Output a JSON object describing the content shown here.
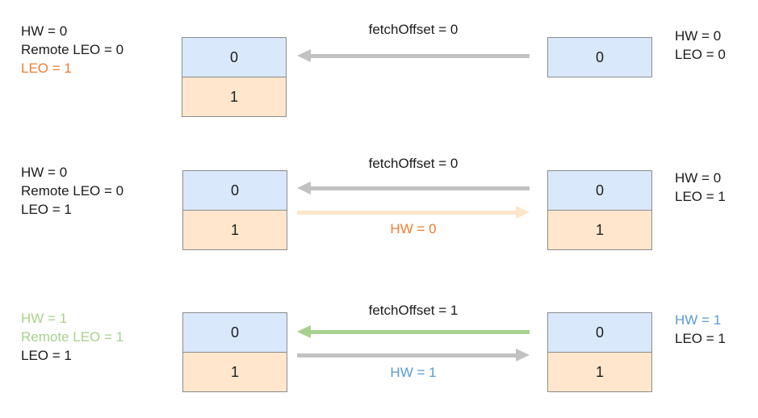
{
  "colors": {
    "cell_blue": "#dae8fc",
    "cell_peach": "#ffe6cc",
    "box_border_gray": "#8c8c8c",
    "arrow_gray": "#c2c2c2",
    "arrow_green": "#a9d18e",
    "arrow_peach": "#fce5c8",
    "text_black": "#1c1c1c",
    "text_orange": "#ed7d31",
    "text_green": "#a9d18e",
    "text_blue": "#5b9bd5"
  },
  "rows": [
    {
      "leader": {
        "labels": [
          {
            "text": "HW = 0",
            "color": "black"
          },
          {
            "text": "Remote LEO = 0",
            "color": "black"
          },
          {
            "text": "LEO = 1",
            "color": "orange"
          }
        ],
        "cells": [
          {
            "value": "0",
            "color": "blue"
          },
          {
            "value": "1",
            "color": "peach"
          }
        ]
      },
      "fetch": {
        "label": "fetchOffset = 0",
        "label_color": "black",
        "arrow_color": "gray"
      },
      "follower": {
        "cells": [
          {
            "value": "0",
            "color": "blue"
          }
        ],
        "labels": [
          {
            "text": "HW = 0",
            "color": "black"
          },
          {
            "text": "LEO = 0",
            "color": "black"
          }
        ]
      }
    },
    {
      "leader": {
        "labels": [
          {
            "text": "HW = 0",
            "color": "black"
          },
          {
            "text": "Remote LEO = 0",
            "color": "black"
          },
          {
            "text": "LEO = 1",
            "color": "black"
          }
        ],
        "cells": [
          {
            "value": "0",
            "color": "blue"
          },
          {
            "value": "1",
            "color": "peach"
          }
        ]
      },
      "fetch": {
        "label": "fetchOffset = 0",
        "label_color": "black",
        "arrow_color": "gray"
      },
      "response": {
        "label": "HW = 0",
        "label_color": "orange",
        "arrow_color": "peach"
      },
      "follower": {
        "cells": [
          {
            "value": "0",
            "color": "blue"
          },
          {
            "value": "1",
            "color": "peach"
          }
        ],
        "labels": [
          {
            "text": "HW = 0",
            "color": "black"
          },
          {
            "text": "LEO = 1",
            "color": "black"
          }
        ]
      }
    },
    {
      "leader": {
        "labels": [
          {
            "text": "HW = 1",
            "color": "green"
          },
          {
            "text": "Remote LEO = 1",
            "color": "green"
          },
          {
            "text": "LEO = 1",
            "color": "black"
          }
        ],
        "cells": [
          {
            "value": "0",
            "color": "blue"
          },
          {
            "value": "1",
            "color": "peach"
          }
        ]
      },
      "fetch": {
        "label": "fetchOffset = 1",
        "label_color": "black",
        "arrow_color": "green"
      },
      "response": {
        "label": "HW = 1",
        "label_color": "blue",
        "arrow_color": "gray"
      },
      "follower": {
        "cells": [
          {
            "value": "0",
            "color": "blue"
          },
          {
            "value": "1",
            "color": "peach"
          }
        ],
        "labels": [
          {
            "text": "HW = 1",
            "color": "blue"
          },
          {
            "text": "LEO = 1",
            "color": "black"
          }
        ]
      }
    }
  ]
}
